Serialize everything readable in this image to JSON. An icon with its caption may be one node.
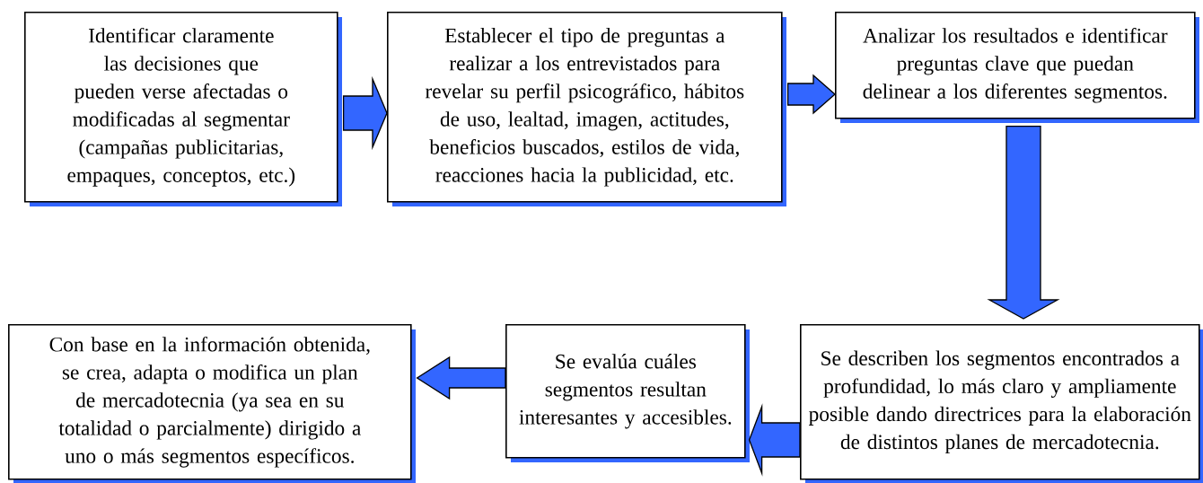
{
  "diagram": {
    "nodes": [
      {
        "text": [
          "Identificar claramente las decisiones que pueden verse afectadas o modificadas al segmentar (campañas publicitarias, empaques, conceptos, etc.)"
        ]
      },
      {
        "text": [
          "Establecer el tipo  de preguntas a realizar a los entrevistados para revelar su perfil psicográfico, hábitos de uso, lealtad, imagen, actitudes, beneficios buscados, estilos de vida, reacciones hacia la publicidad, etc."
        ]
      },
      {
        "text": [
          "Analizar los resultados e identificar preguntas clave que puedan delinear a los diferentes segmentos."
        ]
      },
      {
        "text": [
          "Se describen los segmentos encontrados a profundidad, lo más claro y ampliamente posible dando directrices para la elaboración de distintos planes de mercadotecnia."
        ]
      },
      {
        "text": [
          "Se evalúa cuáles segmentos resultan interesantes y accesibles."
        ]
      },
      {
        "text": [
          "Con base en la información obtenida, se crea, adapta o modifica un plan de mercadotecnia (ya sea en su totalidad o parcialmente) dirigido a uno o más segmentos específicos."
        ]
      }
    ],
    "edges": [
      {
        "from": 0,
        "to": 1,
        "arrow": "to"
      },
      {
        "from": 1,
        "to": 2,
        "arrow": "to"
      },
      {
        "from": 2,
        "to": 3,
        "arrow": "to"
      },
      {
        "from": 3,
        "to": 4,
        "arrow": "to"
      },
      {
        "from": 4,
        "to": 5,
        "arrow": "to"
      }
    ]
  }
}
